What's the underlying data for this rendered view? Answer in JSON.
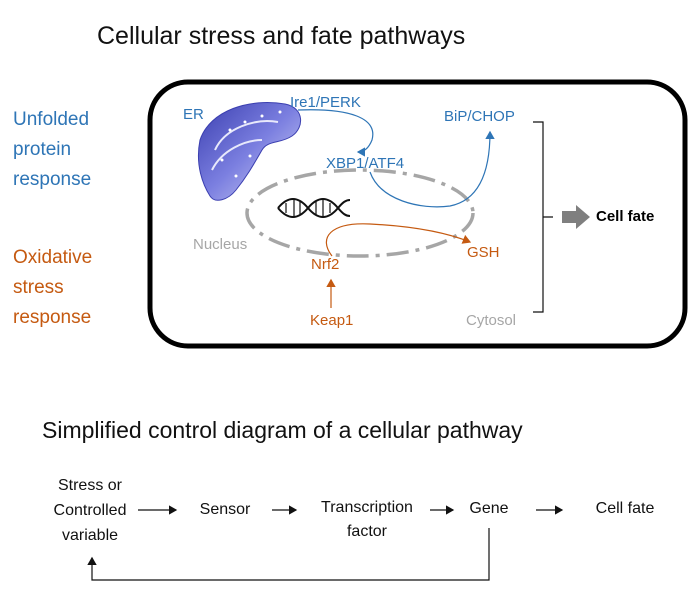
{
  "title": "Cellular stress and fate pathways",
  "side_labels": {
    "upr": [
      "Unfolded",
      "protein",
      "response"
    ],
    "osr": [
      "Oxidative",
      "stress",
      "response"
    ]
  },
  "cell": {
    "er": "ER",
    "ire1_perk": "Ire1/PERK",
    "bip_chop": "BiP/CHOP",
    "xbp1_atf4": "XBP1/ATF4",
    "nucleus": "Nucleus",
    "nrf2": "Nrf2",
    "gsh": "GSH",
    "keap1": "Keap1",
    "cytosol": "Cytosol"
  },
  "cell_fate": "Cell fate",
  "control_title": "Simplified control diagram of a cellular pathway",
  "control": {
    "stress": [
      "Stress or",
      "Controlled",
      "variable"
    ],
    "sensor": "Sensor",
    "tf": [
      "Transcription",
      "factor"
    ],
    "gene": "Gene",
    "fate": "Cell fate"
  },
  "colors": {
    "blue": "#2e75b6",
    "orange": "#c55a11",
    "grey": "#a6a6a6",
    "er_purple": "#5b5fc7"
  }
}
